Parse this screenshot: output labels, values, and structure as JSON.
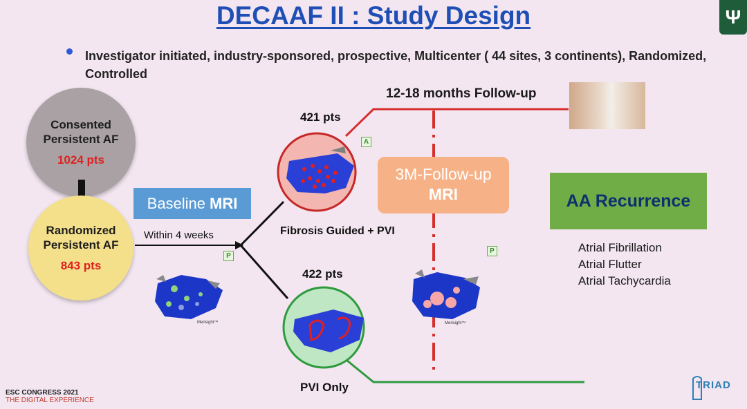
{
  "title": "DECAAF II : Study Design",
  "bullet": "Investigator initiated, industry-sponsored, prospective, Multicenter ( 44 sites, 3 continents), Randomized, Controlled",
  "consented": {
    "line1": "Consented",
    "line2": "Persistent AF",
    "count": "1024 pts"
  },
  "randomized": {
    "line1": "Randomized",
    "line2": "Persistent AF",
    "count": "843 pts"
  },
  "baseline": {
    "text": "Baseline",
    "bold": "MRI"
  },
  "within": "Within 4 weeks",
  "arm_top": {
    "pts": "421 pts",
    "label": "Fibrosis Guided + PVI"
  },
  "arm_bottom": {
    "pts": "422 pts",
    "label": "PVI Only"
  },
  "followup": "12-18 months Follow-up",
  "three_month": {
    "line1": "3M-Follow-up",
    "line2": "MRI"
  },
  "aa": {
    "title": "AA Recurrence",
    "items": [
      "Atrial Fibrillation",
      "Atrial Flutter",
      "Atrial Tachycardia"
    ]
  },
  "badge_p": "P",
  "badge_a": "A",
  "merisight": "Merisight™",
  "footer": {
    "line1": "ESC CONGRESS 2021",
    "line2": "THE DIGITAL EXPERIENCE"
  },
  "logo_text": "TRIAD",
  "colors": {
    "title": "#1f4fb5",
    "red_line": "#d62d2d",
    "green_line": "#2e9a3e",
    "aa_box": "#70ad47",
    "box_3m": "#f6b286",
    "baseline_box": "#5b9bd5"
  }
}
